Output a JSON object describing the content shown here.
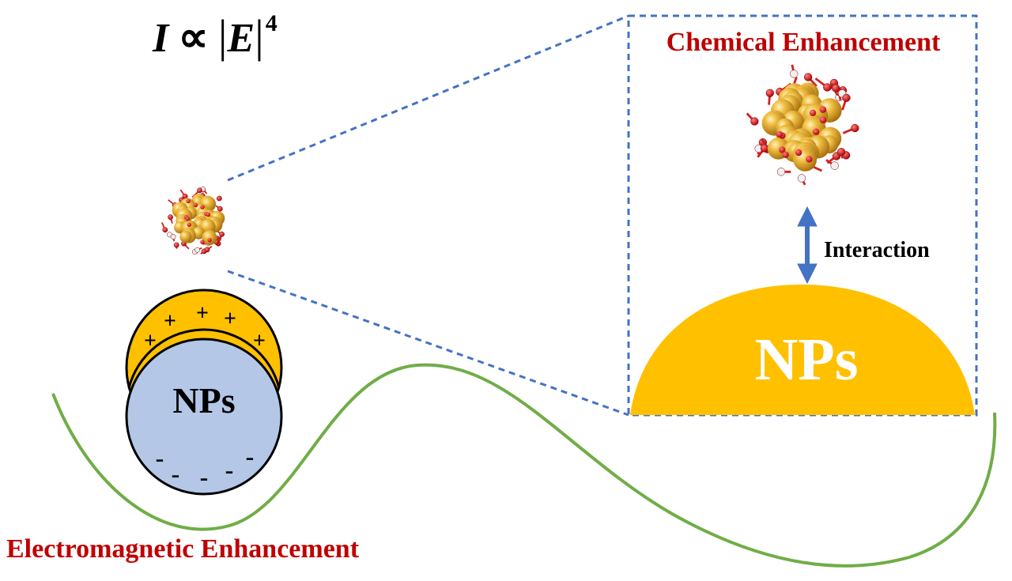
{
  "formula": {
    "lhs": "I",
    "relation": "∝",
    "bar": "|",
    "field": "E",
    "exponent": "4"
  },
  "labels": {
    "chemical": "Chemical Enhancement",
    "interaction": "Interaction",
    "nps_large": "NPs",
    "nps_small": "NPs",
    "electromagnetic": "Electromagnetic Enhancement"
  },
  "charges": {
    "positive": [
      "+",
      "+",
      "+",
      "+",
      "+",
      "+"
    ],
    "negative": [
      "-",
      "-",
      "-",
      "-",
      "-",
      "-"
    ]
  },
  "colors": {
    "title_red": "#c00000",
    "gold": "#ffc000",
    "blue_particle": "#b4c7e7",
    "dash_blue": "#4472c4",
    "arrow_blue": "#4472c4",
    "wave_green": "#70ad47",
    "cluster_gold": "#e0a527",
    "cluster_red": "#d42020"
  }
}
